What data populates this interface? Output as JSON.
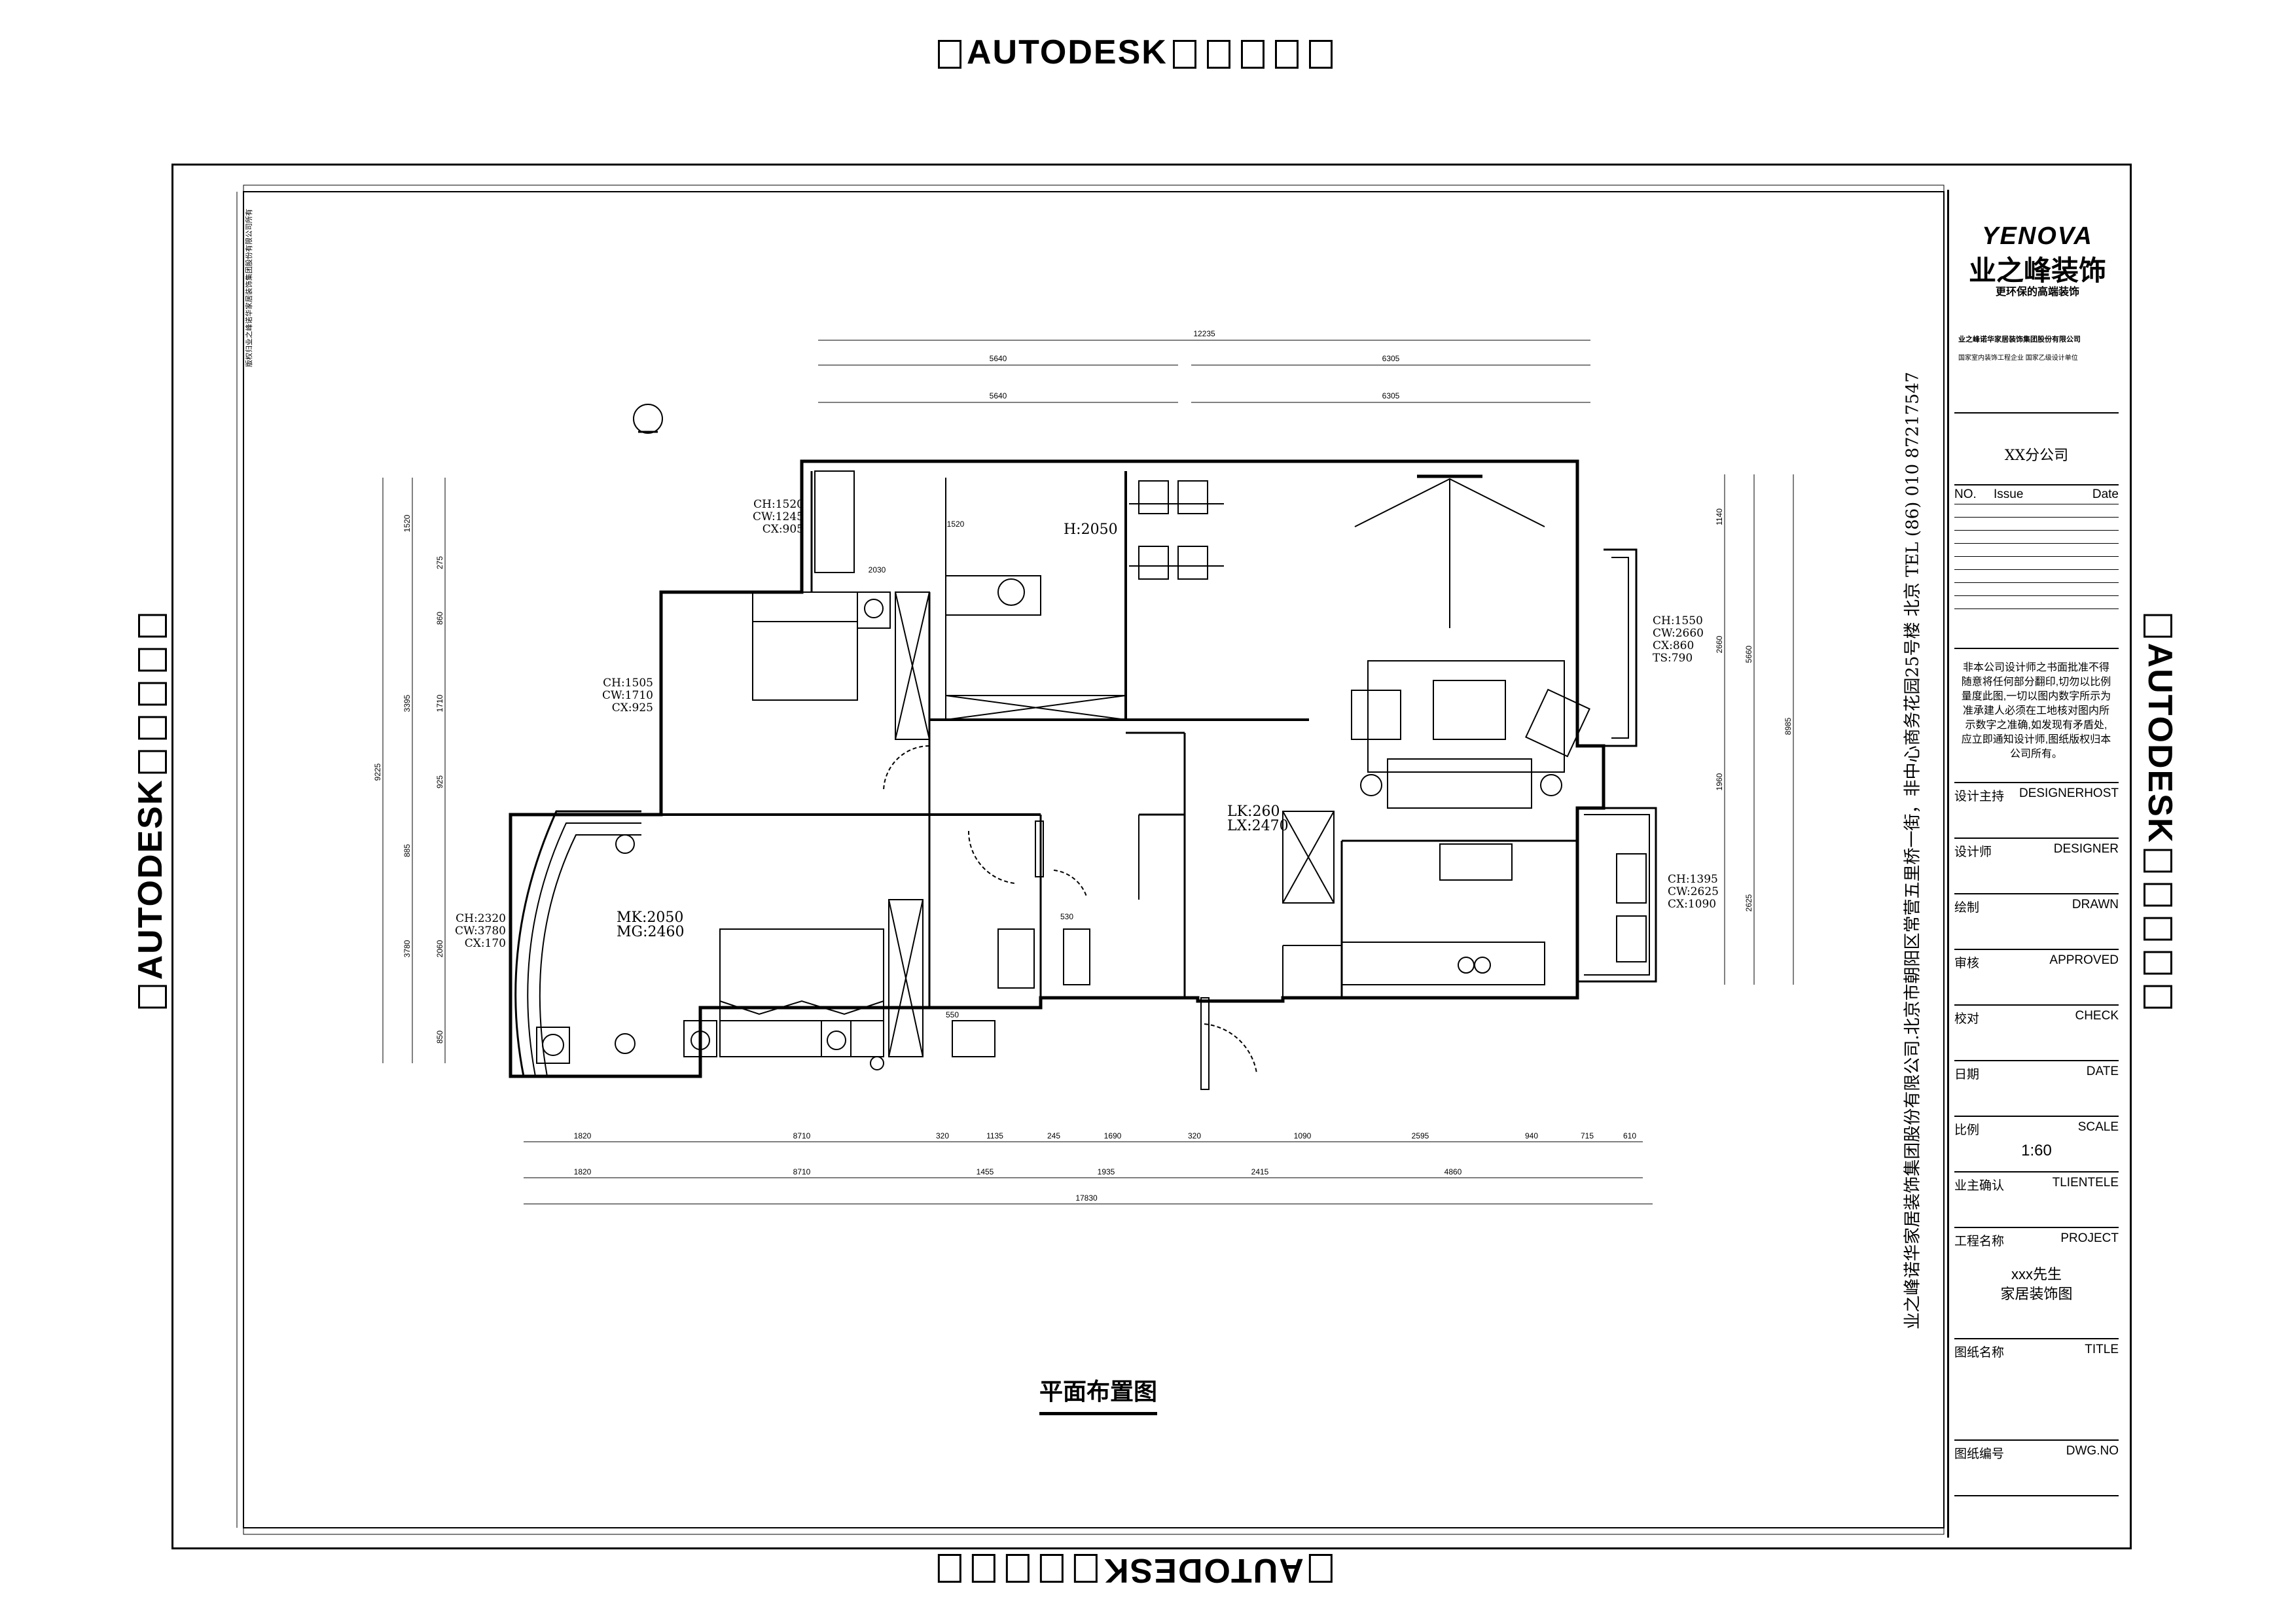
{
  "watermark": {
    "text": "AUTODESK"
  },
  "drawing": {
    "title": "平面布置图",
    "corner_note": "版权归业之峰诺华家居装饰集团股份有限公司所有",
    "rooms": [
      {
        "id": "r1",
        "lines": [
          "CH:1520",
          "CW:1245",
          "CX:905"
        ]
      },
      {
        "id": "r2",
        "lines": [
          "H:2050"
        ]
      },
      {
        "id": "r3",
        "lines": [
          "CH:1505",
          "CW:1710",
          "CX:925"
        ]
      },
      {
        "id": "r4",
        "lines": [
          "CH:1550",
          "CW:2660",
          "CX:860",
          "TS:790"
        ]
      },
      {
        "id": "r5",
        "lines": [
          "LK:260",
          "LX:2470"
        ]
      },
      {
        "id": "r6",
        "lines": [
          "MK:2050",
          "MG:2460"
        ]
      },
      {
        "id": "r7",
        "lines": [
          "CH:2320",
          "CW:3780",
          "CX:170"
        ]
      },
      {
        "id": "r8",
        "lines": [
          "CH:1395",
          "CW:2625",
          "CX:1090"
        ]
      }
    ],
    "dims_top": [
      "12235",
      "5640",
      "6305",
      "5640",
      "6305"
    ],
    "dims_bottom_1": [
      "1820",
      "8710",
      "320",
      "1135",
      "245",
      "1690",
      "320",
      "1090",
      "2595",
      "940",
      "715",
      "610"
    ],
    "dims_bottom_2": [
      "1820",
      "8710",
      "1455",
      "1935",
      "2415",
      "4860"
    ],
    "dims_bottom_total": "17830",
    "dims_left": [
      "1520",
      "275",
      "860",
      "3395",
      "1710",
      "925",
      "9225",
      "885",
      "2060",
      "3780",
      "850"
    ],
    "dims_right": [
      "1140",
      "2660",
      "5660",
      "8985",
      "1960",
      "2625"
    ],
    "small_dims": [
      "2030",
      "1520",
      "530",
      "550"
    ]
  },
  "title_block": {
    "logo_en": "YENOVA",
    "logo_cn": "业之峰装饰",
    "slogan": "更环保的高端装饰",
    "company_line": "业之峰诺华家居装饰集团股份有限公司",
    "company_sub": "国家室内装饰工程企业 国家乙级设计单位",
    "branch": "XX分公司",
    "issue": {
      "no": "NO.",
      "issue": "Issue",
      "date": "Date"
    },
    "notice": "非本公司设计师之书面批准不得随意将任何部分翻印,切勿以比例量度此图,一切以图内数字所示为准承建人必须在工地核对图内所示数字之准确,如发现有矛盾处,应立即通知设计师,图纸版权归本公司所有。",
    "rows": [
      {
        "cn": "设计主持",
        "en": "DESIGNERHOST"
      },
      {
        "cn": "设计师",
        "en": "DESIGNER"
      },
      {
        "cn": "绘制",
        "en": "DRAWN"
      },
      {
        "cn": "审核",
        "en": "APPROVED"
      },
      {
        "cn": "校对",
        "en": "CHECK"
      },
      {
        "cn": "日期",
        "en": "DATE"
      },
      {
        "cn": "比例",
        "en": "SCALE"
      },
      {
        "cn": "业主确认",
        "en": "TLIENTELE"
      },
      {
        "cn": "工程名称",
        "en": "PROJECT"
      },
      {
        "cn": "图纸名称",
        "en": "TITLE"
      },
      {
        "cn": "图纸编号",
        "en": "DWG.NO"
      }
    ],
    "scale_value": "1:60",
    "project_name": [
      "xxx先生",
      "家居装饰图"
    ],
    "address": "业之峰诺华家居装饰集团股份有限公司.北京市朝阳区常营五里桥一街，非中心商务花园25号楼   北京   TEL (86) 010 87217547"
  }
}
